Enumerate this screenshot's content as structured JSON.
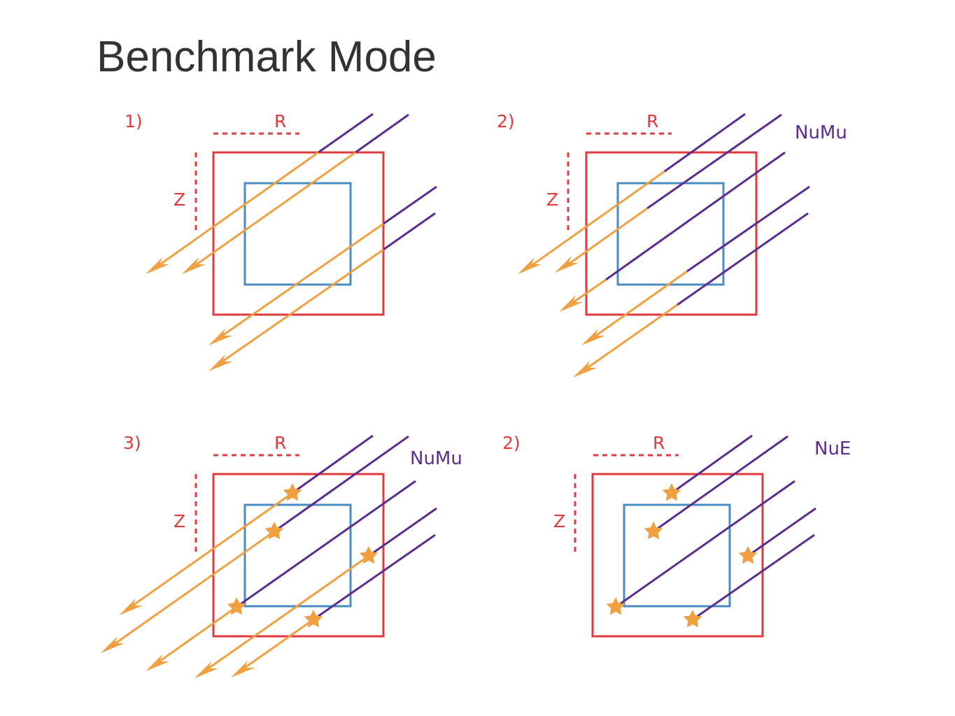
{
  "title": "Benchmark Mode",
  "colors": {
    "outer": "#e03a3e",
    "inner": "#4a8cc2",
    "incoming": "#5b2d8e",
    "outgoing": "#f0a040",
    "star": "#f0a040",
    "text": "#333333"
  },
  "panels": [
    {
      "label": "1)",
      "r_label": "R",
      "z_label": "Z",
      "particle_label": ""
    },
    {
      "label": "2)",
      "r_label": "R",
      "z_label": "Z",
      "particle_label": "NuMu"
    },
    {
      "label": "3)",
      "r_label": "R",
      "z_label": "Z",
      "particle_label": "NuMu"
    },
    {
      "label": "2)",
      "r_label": "R",
      "z_label": "Z",
      "particle_label": "NuE"
    }
  ]
}
